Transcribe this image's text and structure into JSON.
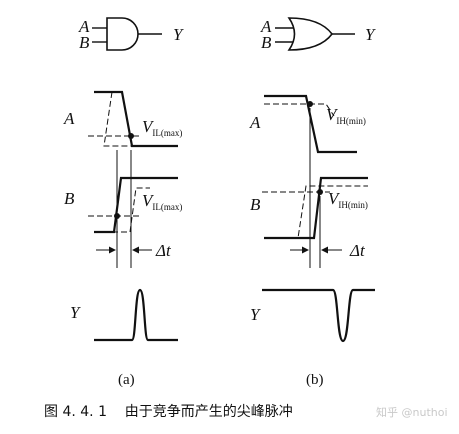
{
  "gates": {
    "and": {
      "in_a": "A",
      "in_b": "B",
      "out": "Y"
    },
    "or": {
      "in_a": "A",
      "in_b": "B",
      "out": "Y"
    }
  },
  "left": {
    "row_a": "A",
    "row_b": "B",
    "row_y": "Y",
    "thr_a_main": "V",
    "thr_a_sub": "IL(max)",
    "thr_b_main": "V",
    "thr_b_sub": "IL(max)",
    "delta": "Δt",
    "caption": "(a)"
  },
  "right": {
    "row_a": "A",
    "row_b": "B",
    "row_y": "Y",
    "thr_a_main": "V",
    "thr_a_sub": "IH(min)",
    "thr_b_main": "V",
    "thr_b_sub": "IH(min)",
    "delta": "Δt",
    "caption": "(b)"
  },
  "figure_caption": "图 4. 4. 1    由于竞争而产生的尖峰脉冲",
  "watermark": "知乎 @nuthoi"
}
